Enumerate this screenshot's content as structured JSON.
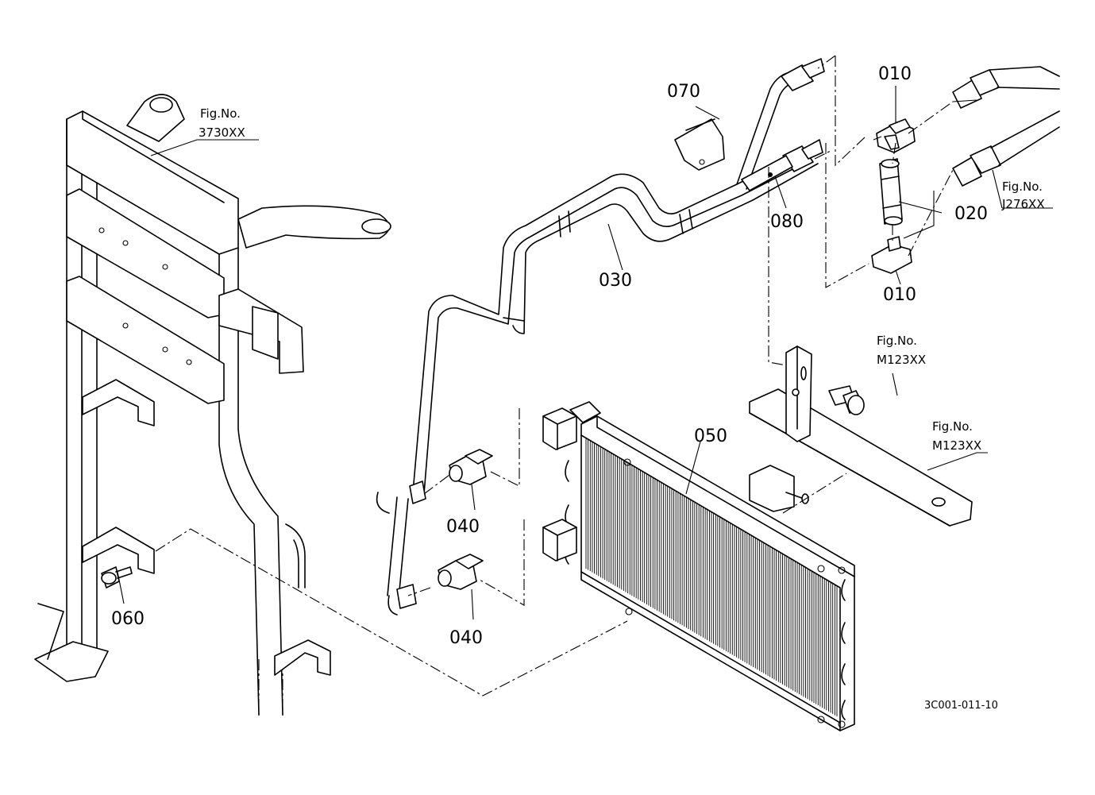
{
  "diagram": {
    "part_labels": {
      "p010_top": "010",
      "p010_bottom": "010",
      "p020": "020",
      "p030": "030",
      "p040_top": "040",
      "p040_bottom": "040",
      "p050": "050",
      "p060": "060",
      "p070": "070",
      "p080": "080"
    },
    "figure_refs": {
      "frame": {
        "prefix": "Fig.No.",
        "number": "3730XX"
      },
      "hose": {
        "prefix": "Fig.No.",
        "number": "J276XX"
      },
      "bolt": {
        "prefix": "Fig.No.",
        "number": "M123XX"
      },
      "bracket": {
        "prefix": "Fig.No.",
        "number": "M123XX"
      }
    },
    "drawing_code": "3C001-011-10"
  }
}
